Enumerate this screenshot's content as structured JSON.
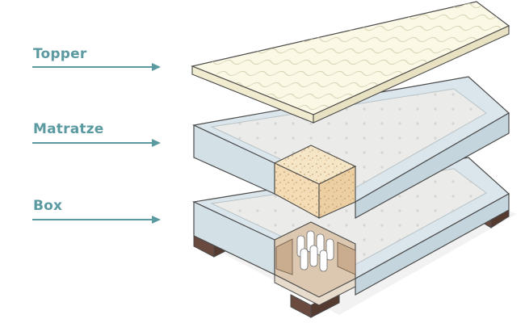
{
  "labels": {
    "topper": "Topper",
    "matratze": "Matratze",
    "box": "Box"
  },
  "colors": {
    "label": "#5b9aa0",
    "frame_side": "#dbe6ec",
    "topper": "#fbf8e6",
    "foam": "#f3dcb6",
    "pocket_box": "#dcc8b0",
    "legs": "#6a4a3e",
    "outline": "#4a4a4a"
  }
}
